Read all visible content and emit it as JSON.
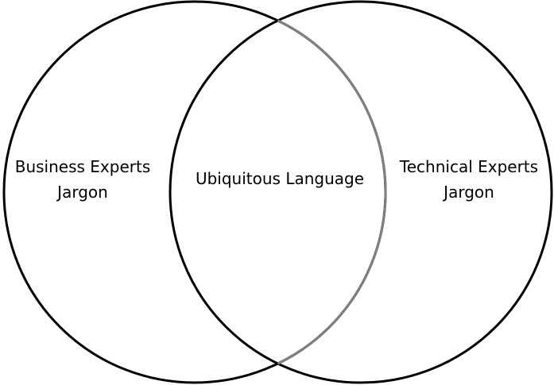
{
  "diagram": {
    "type": "venn",
    "colors": {
      "circle_stroke": "#000000",
      "overlap_right_arc_stroke": "#7f7f7f",
      "background": "#ffffff",
      "text": "#000000"
    },
    "left_set": {
      "line1": "Business Experts",
      "line2": "Jargon"
    },
    "right_set": {
      "line1": "Technical Experts",
      "line2": "Jargon"
    },
    "intersection": {
      "label": "Ubiquitous Language"
    }
  }
}
